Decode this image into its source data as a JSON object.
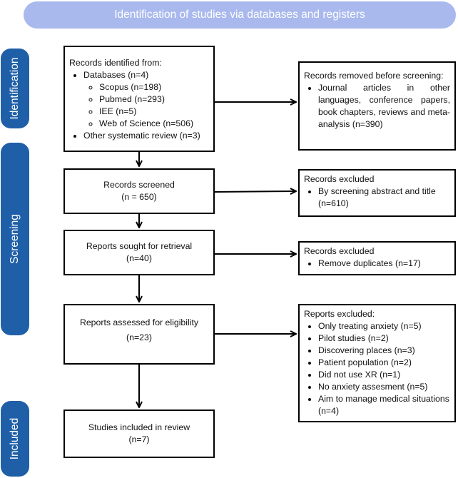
{
  "header": {
    "title": "Identification of studies via databases and registers"
  },
  "phases": {
    "identification": "Identification",
    "screening": "Screening",
    "included": "Included"
  },
  "identified": {
    "heading": "Records identified from:",
    "databases": "Databases (n=4)",
    "sources": [
      "Scopus (n=198)",
      "Pubmed (n=293)",
      "IEE (n=5)",
      "Web of Science (n=506)"
    ],
    "other": "Other systematic review (n=3)"
  },
  "removed": {
    "heading": "Records removed before screening:",
    "item": "Journal articles in other languages, conference papers, book chapters, reviews and meta-analysis (n=390)"
  },
  "screened": {
    "label": "Records screened",
    "count": "(n = 650)"
  },
  "excluded_screen": {
    "heading": "Records excluded",
    "item": "By screening abstract and title (n=610)"
  },
  "sought": {
    "label": "Reports sought for retrieval",
    "count": "(n=40)"
  },
  "excluded_dup": {
    "heading": "Records excluded",
    "item": "Remove duplicates (n=17)"
  },
  "assessed": {
    "label": "Reports assessed for eligibility",
    "count": "(n=23)"
  },
  "excluded_reports": {
    "heading": "Reports excluded:",
    "items": [
      "Only treating anxiety (n=5)",
      "Pilot studies (n=2)",
      "Discovering places (n=3)",
      "Patient population (n=2)",
      "Did not use XR (n=1)",
      "No anxiety assesment (n=5)",
      "Aim to manage medical situations (n=4)"
    ]
  },
  "included": {
    "label": "Studies included in review",
    "count": "(n=7)"
  }
}
